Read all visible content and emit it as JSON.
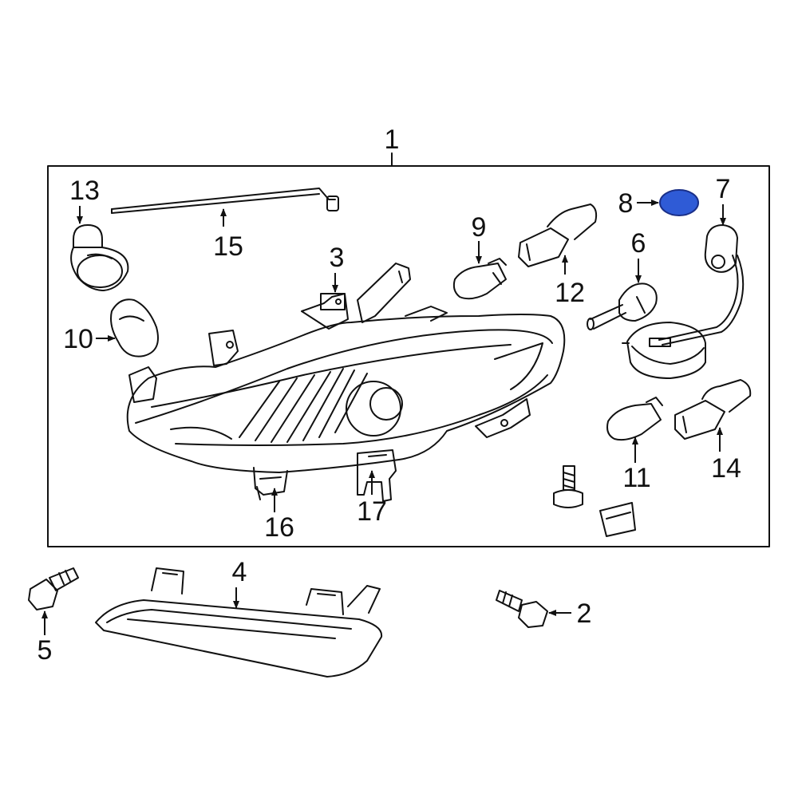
{
  "colors": {
    "line": "#111111",
    "background": "#ffffff",
    "highlight_fill": "#2f5bd6",
    "highlight_stroke": "#1a2f88"
  },
  "callouts": {
    "c1": "1",
    "c2": "2",
    "c3": "3",
    "c4": "4",
    "c5": "5",
    "c6": "6",
    "c7": "7",
    "c8": "8",
    "c9": "9",
    "c10": "10",
    "c11": "11",
    "c12": "12",
    "c13": "13",
    "c14": "14",
    "c15": "15",
    "c16": "16",
    "c17": "17"
  },
  "highlighted_part": "8"
}
